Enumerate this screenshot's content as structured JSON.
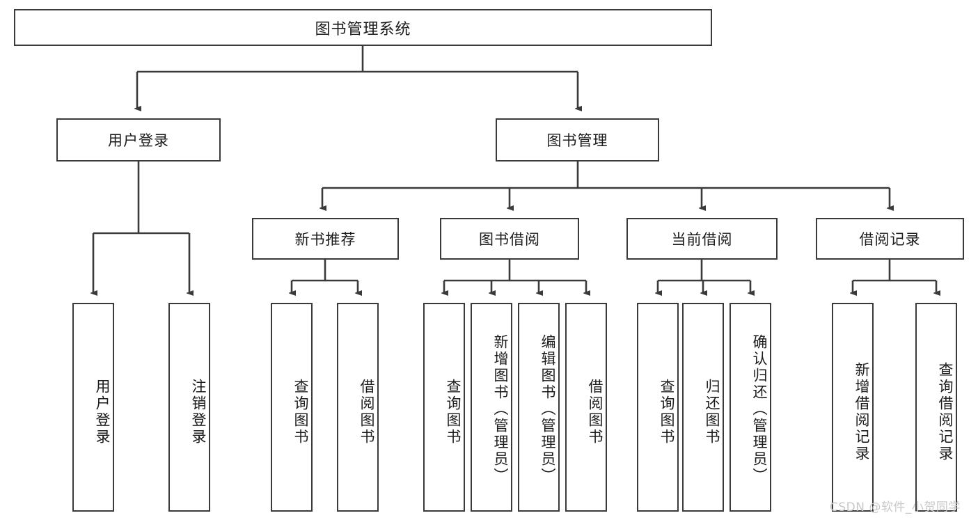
{
  "diagram": {
    "type": "tree",
    "title": "图书管理系统",
    "root": {
      "label": "图书管理系统"
    },
    "level1": [
      {
        "label": "用户登录"
      },
      {
        "label": "图书管理"
      }
    ],
    "level2": [
      {
        "label": "新书推荐"
      },
      {
        "label": "图书借阅"
      },
      {
        "label": "当前借阅"
      },
      {
        "label": "借阅记录"
      }
    ],
    "leaves": [
      {
        "label": "用户登录"
      },
      {
        "label": "注销登录"
      },
      {
        "label": "查询图书"
      },
      {
        "label": "借阅图书"
      },
      {
        "label": "查询图书"
      },
      {
        "label": "新增图书（管理员）"
      },
      {
        "label": "编辑图书（管理员）"
      },
      {
        "label": "借阅图书"
      },
      {
        "label": "查询图书"
      },
      {
        "label": "归还图书"
      },
      {
        "label": "确认归还（管理员）"
      },
      {
        "label": "新增借阅记录"
      },
      {
        "label": "查询借阅记录"
      }
    ],
    "colors": {
      "box_border": "#3a3a3a",
      "box_fill": "#ffffff",
      "connector": "#3a3a3a",
      "text": "#1b1b1b",
      "background": "#ffffff",
      "watermark": "#c8c8c8"
    }
  },
  "watermark": {
    "text": "CSDN @软件_小贺同学"
  }
}
